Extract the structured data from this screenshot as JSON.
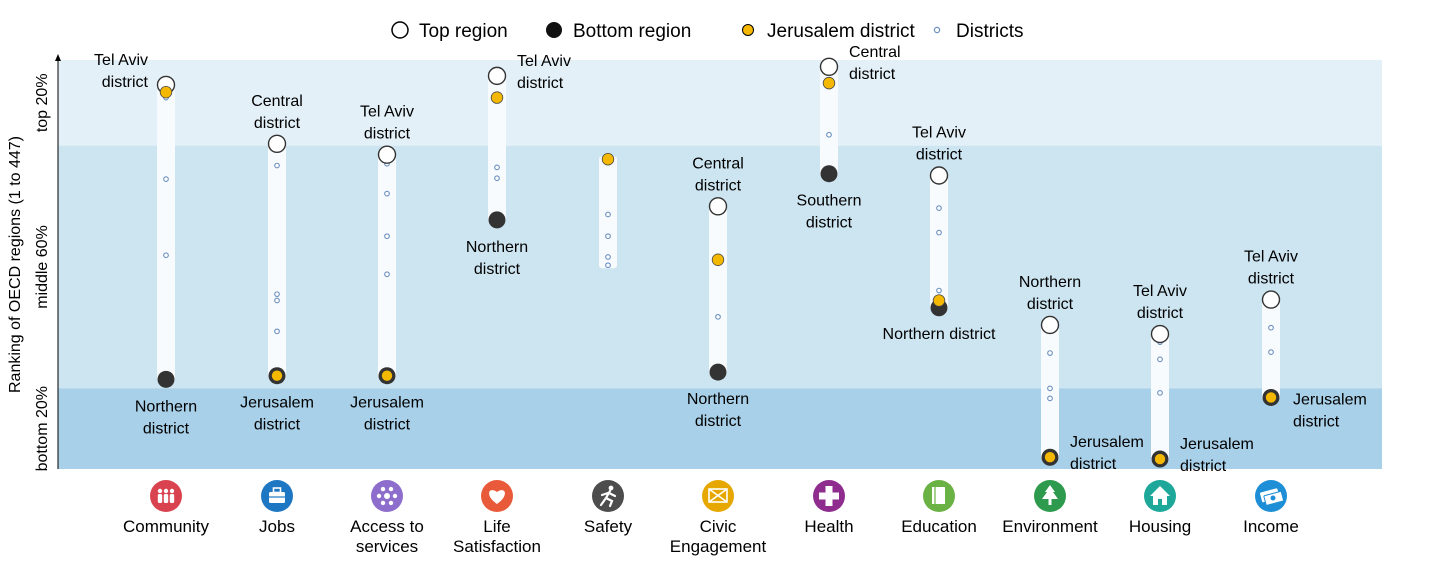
{
  "chart_data": {
    "type": "dot-range",
    "title": "",
    "ylabel": "Ranking of OECD regions (1 to 447)",
    "ylim": [
      447,
      1
    ],
    "bands": [
      {
        "label": "top 20%",
        "color": "#e3f0f8"
      },
      {
        "label": "middle 60%",
        "color": "#cde5f1"
      },
      {
        "label": "bottom 20%",
        "color": "#a8d0e8"
      }
    ],
    "legend": {
      "position": "top",
      "items": [
        {
          "name": "Top region",
          "marker": "white-circle"
        },
        {
          "name": "Bottom region",
          "marker": "black-circle"
        },
        {
          "name": "Jerusalem district",
          "marker": "yellow-circle"
        },
        {
          "name": "Districts",
          "marker": "small-circle"
        }
      ]
    },
    "colors": {
      "jerusalem": "#f5b800",
      "bottom": "#333333",
      "dots": "#6b8fbf",
      "range_bar": "#f7fbfd"
    },
    "categories": [
      {
        "name": "Community",
        "icon": "people-icon",
        "icon_color": "#d9434f",
        "top": 23,
        "bottom": 348,
        "jerusalem": 31,
        "districts": [
          37,
          127,
          211
        ],
        "top_label": [
          "Tel Aviv",
          "district"
        ],
        "bottom_label": [
          "Northern",
          "district"
        ]
      },
      {
        "name": "Jobs",
        "icon": "briefcase-icon",
        "icon_color": "#1e77c2",
        "top": 88,
        "bottom": 344,
        "jerusalem": 344,
        "districts": [
          112,
          254,
          261,
          295
        ],
        "top_label": [
          "Central",
          "district"
        ],
        "bottom_label": [
          "Jerusalem",
          "district"
        ]
      },
      {
        "name": "Access to services",
        "icon": "network-icon",
        "icon_color": "#8e6ecc",
        "top": 100,
        "bottom": 344,
        "jerusalem": 344,
        "districts": [
          110,
          143,
          190,
          232
        ],
        "top_label": [
          "Tel Aviv",
          "district"
        ],
        "bottom_label": [
          "Jerusalem",
          "district"
        ]
      },
      {
        "name": "Life Satisfaction",
        "icon": "heart-icon",
        "icon_color": "#e95a3a",
        "top": 13,
        "bottom": 172,
        "jerusalem": 37,
        "districts": [
          114,
          126
        ],
        "top_label": [
          "Tel Aviv",
          "district"
        ],
        "bottom_label": [
          "Northern",
          "district"
        ]
      },
      {
        "name": "Safety",
        "icon": "running-icon",
        "icon_color": "#4d4d4d",
        "top": null,
        "bottom": null,
        "jerusalem": 105,
        "districts": [
          166,
          190,
          213,
          222
        ],
        "top_label": [],
        "bottom_label": []
      },
      {
        "name": "Civic Engagement",
        "icon": "envelope-icon",
        "icon_color": "#e6a800",
        "top": 157,
        "bottom": 340,
        "jerusalem": 216,
        "districts": [
          279
        ],
        "top_label": [
          "Central",
          "district"
        ],
        "bottom_label": [
          "Northern",
          "district"
        ]
      },
      {
        "name": "Health",
        "icon": "health-cross-icon",
        "icon_color": "#8e2d8e",
        "top": 3,
        "bottom": 121,
        "jerusalem": 21,
        "districts": [
          78
        ],
        "top_label": [
          "Central",
          "district"
        ],
        "bottom_label": [
          "Southern",
          "district"
        ]
      },
      {
        "name": "Education",
        "icon": "book-icon",
        "icon_color": "#6bb244",
        "top": 123,
        "bottom": 269,
        "jerusalem": 261,
        "districts": [
          159,
          186,
          250
        ],
        "top_label": [
          "Tel Aviv",
          "district"
        ],
        "bottom_label": [
          "Northern district"
        ]
      },
      {
        "name": "Environment",
        "icon": "tree-icon",
        "icon_color": "#2e9a4e",
        "top": 288,
        "bottom": 434,
        "jerusalem": 434,
        "districts": [
          319,
          358,
          369
        ],
        "top_label": [
          "Northern",
          "district"
        ],
        "bottom_label": [
          "Jerusalem",
          "district"
        ]
      },
      {
        "name": "Housing",
        "icon": "house-icon",
        "icon_color": "#1ea89a",
        "top": 298,
        "bottom": 436,
        "jerusalem": 436,
        "districts": [
          307,
          326,
          363
        ],
        "top_label": [
          "Tel Aviv",
          "district"
        ],
        "bottom_label": [
          "Jerusalem",
          "district"
        ]
      },
      {
        "name": "Income",
        "icon": "banknote-icon",
        "icon_color": "#1e8fd6",
        "top": 260,
        "bottom": 368,
        "jerusalem": 368,
        "districts": [
          291,
          318
        ],
        "top_label": [
          "Tel Aviv",
          "district"
        ],
        "bottom_label": [
          "Jerusalem",
          "district"
        ]
      }
    ]
  }
}
